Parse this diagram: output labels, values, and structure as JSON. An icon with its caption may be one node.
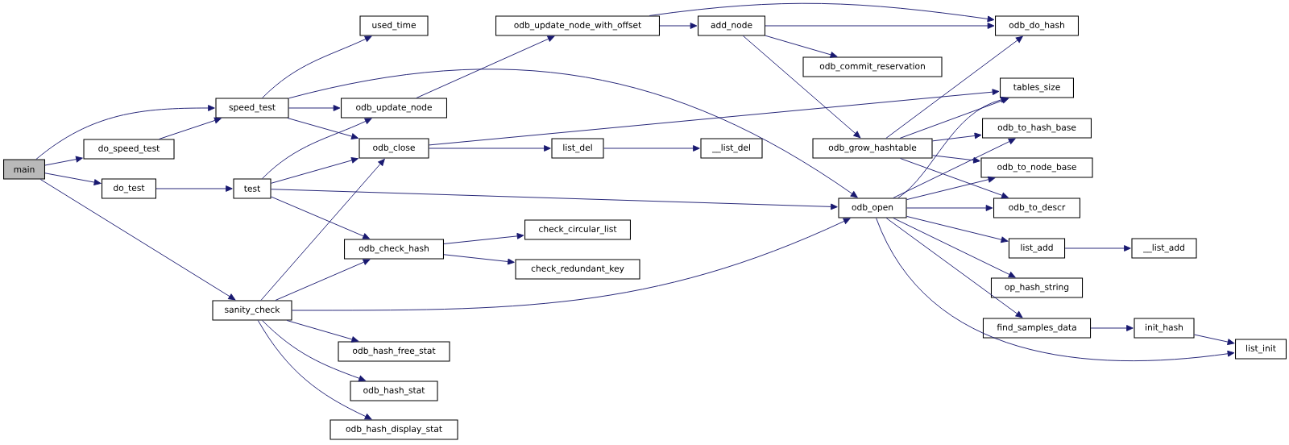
{
  "diagram": {
    "nodes": [
      {
        "text": [
          "main"
        ]
      },
      {
        "text": [
          "speed_test"
        ]
      },
      {
        "text": [
          "do_speed_test"
        ]
      },
      {
        "text": [
          "do_test"
        ]
      },
      {
        "text": [
          "test"
        ]
      },
      {
        "text": [
          "sanity_check"
        ]
      },
      {
        "text": [
          "used_time"
        ]
      },
      {
        "text": [
          "odb_update_node"
        ]
      },
      {
        "text": [
          "odb_close"
        ]
      },
      {
        "text": [
          "odb_check_hash"
        ]
      },
      {
        "text": [
          "odb_hash_free_stat"
        ]
      },
      {
        "text": [
          "odb_hash_stat"
        ]
      },
      {
        "text": [
          "odb_hash_display_stat"
        ]
      },
      {
        "text": [
          "odb_update_node_with_offset"
        ]
      },
      {
        "text": [
          "add_node"
        ]
      },
      {
        "text": [
          "list_del"
        ]
      },
      {
        "text": [
          "__list_del"
        ]
      },
      {
        "text": [
          "check_circular_list"
        ]
      },
      {
        "text": [
          "check_redundant_key"
        ]
      },
      {
        "text": [
          "odb_commit_reservation"
        ]
      },
      {
        "text": [
          "odb_grow_hashtable"
        ]
      },
      {
        "text": [
          "odb_open"
        ]
      },
      {
        "text": [
          "odb_do_hash"
        ]
      },
      {
        "text": [
          "tables_size"
        ]
      },
      {
        "text": [
          "odb_to_hash_base"
        ]
      },
      {
        "text": [
          "odb_to_node_base"
        ]
      },
      {
        "text": [
          "odb_to_descr"
        ]
      },
      {
        "text": [
          "list_add"
        ]
      },
      {
        "text": [
          "__list_add"
        ]
      },
      {
        "text": [
          "op_hash_string"
        ]
      },
      {
        "text": [
          "find_samples_data"
        ]
      },
      {
        "text": [
          "init_hash"
        ]
      },
      {
        "text": [
          "list_init"
        ]
      }
    ],
    "edges": [
      {
        "from": 0,
        "to": 1,
        "arrow": "to"
      },
      {
        "from": 0,
        "to": 2,
        "arrow": "to"
      },
      {
        "from": 0,
        "to": 3,
        "arrow": "to"
      },
      {
        "from": 0,
        "to": 5,
        "arrow": "to"
      },
      {
        "from": 2,
        "to": 1,
        "arrow": "to"
      },
      {
        "from": 3,
        "to": 4,
        "arrow": "to"
      },
      {
        "from": 1,
        "to": 6,
        "arrow": "to"
      },
      {
        "from": 1,
        "to": 7,
        "arrow": "to"
      },
      {
        "from": 1,
        "to": 8,
        "arrow": "to"
      },
      {
        "from": 1,
        "to": 21,
        "arrow": "to"
      },
      {
        "from": 4,
        "to": 7,
        "arrow": "to"
      },
      {
        "from": 4,
        "to": 8,
        "arrow": "to"
      },
      {
        "from": 4,
        "to": 21,
        "arrow": "to"
      },
      {
        "from": 4,
        "to": 9,
        "arrow": "to"
      },
      {
        "from": 5,
        "to": 8,
        "arrow": "to"
      },
      {
        "from": 5,
        "to": 9,
        "arrow": "to"
      },
      {
        "from": 5,
        "to": 21,
        "arrow": "to"
      },
      {
        "from": 5,
        "to": 10,
        "arrow": "to"
      },
      {
        "from": 5,
        "to": 11,
        "arrow": "to"
      },
      {
        "from": 5,
        "to": 12,
        "arrow": "to"
      },
      {
        "from": 7,
        "to": 13,
        "arrow": "to"
      },
      {
        "from": 13,
        "to": 14,
        "arrow": "to"
      },
      {
        "from": 13,
        "to": 22,
        "arrow": "to"
      },
      {
        "from": 14,
        "to": 22,
        "arrow": "to"
      },
      {
        "from": 14,
        "to": 19,
        "arrow": "to"
      },
      {
        "from": 14,
        "to": 20,
        "arrow": "to"
      },
      {
        "from": 8,
        "to": 15,
        "arrow": "to"
      },
      {
        "from": 8,
        "to": 23,
        "arrow": "to"
      },
      {
        "from": 15,
        "to": 16,
        "arrow": "to"
      },
      {
        "from": 9,
        "to": 17,
        "arrow": "to"
      },
      {
        "from": 9,
        "to": 18,
        "arrow": "to"
      },
      {
        "from": 20,
        "to": 22,
        "arrow": "to"
      },
      {
        "from": 20,
        "to": 23,
        "arrow": "to"
      },
      {
        "from": 20,
        "to": 24,
        "arrow": "to"
      },
      {
        "from": 20,
        "to": 25,
        "arrow": "to"
      },
      {
        "from": 20,
        "to": 26,
        "arrow": "to"
      },
      {
        "from": 21,
        "to": 23,
        "arrow": "to"
      },
      {
        "from": 21,
        "to": 24,
        "arrow": "to"
      },
      {
        "from": 21,
        "to": 25,
        "arrow": "to"
      },
      {
        "from": 21,
        "to": 26,
        "arrow": "to"
      },
      {
        "from": 21,
        "to": 27,
        "arrow": "to"
      },
      {
        "from": 21,
        "to": 29,
        "arrow": "to"
      },
      {
        "from": 21,
        "to": 30,
        "arrow": "to"
      },
      {
        "from": 21,
        "to": 32,
        "arrow": "to"
      },
      {
        "from": 27,
        "to": 28,
        "arrow": "to"
      },
      {
        "from": 30,
        "to": 31,
        "arrow": "to"
      },
      {
        "from": 31,
        "to": 32,
        "arrow": "to"
      }
    ]
  }
}
